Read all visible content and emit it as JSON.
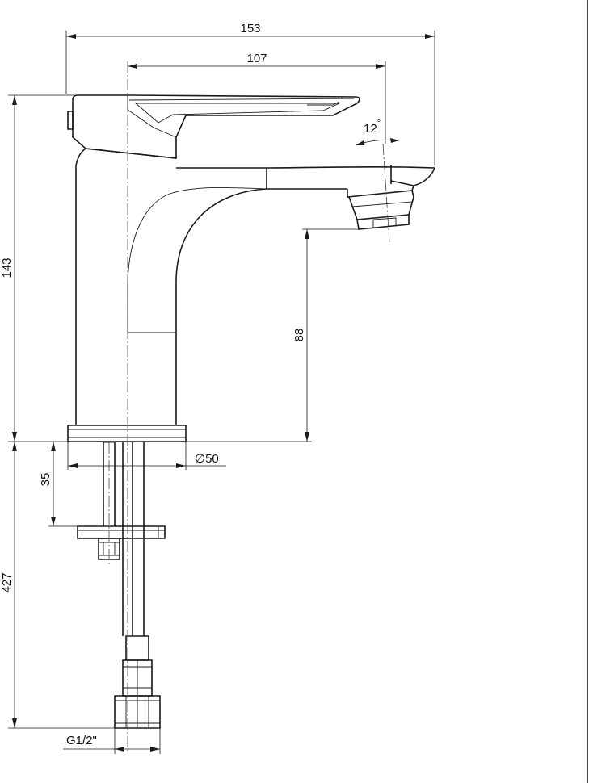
{
  "dimensions": {
    "overall_width": "153",
    "spout_reach": "107",
    "spout_angle": "12",
    "angle_unit": "°",
    "total_height": "143",
    "spout_clearance": "88",
    "base_diameter_symbol": "∅",
    "base_diameter": "50",
    "shank_length": "35",
    "hose_length": "427",
    "thread_size": "G1/2\""
  },
  "colors": {
    "line": "#1a1a1a",
    "background": "#ffffff"
  }
}
